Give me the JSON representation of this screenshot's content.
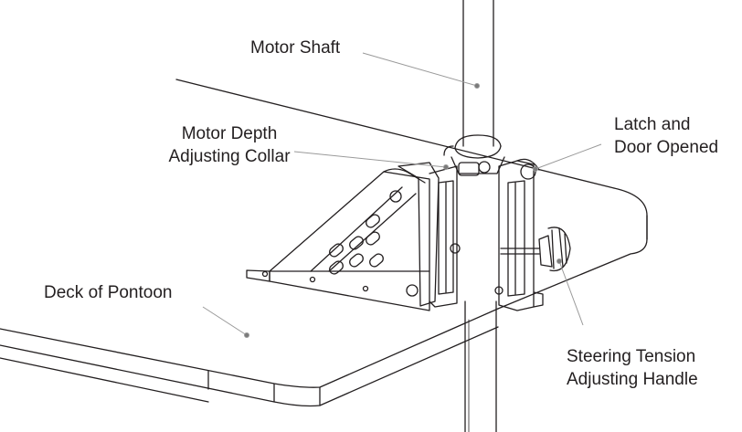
{
  "labels": {
    "motor_shaft": "Motor Shaft",
    "depth_collar": {
      "line1": "Motor Depth",
      "line2": "Adjusting Collar"
    },
    "latch": {
      "line1": "Latch and",
      "line2": "Door Opened"
    },
    "deck": "Deck of Pontoon",
    "tension_handle": {
      "line1": "Steering Tension",
      "line2": "Adjusting Handle"
    }
  },
  "colors": {
    "line": "#231f20",
    "leader": "#9a9a9a",
    "background": "#ffffff"
  }
}
